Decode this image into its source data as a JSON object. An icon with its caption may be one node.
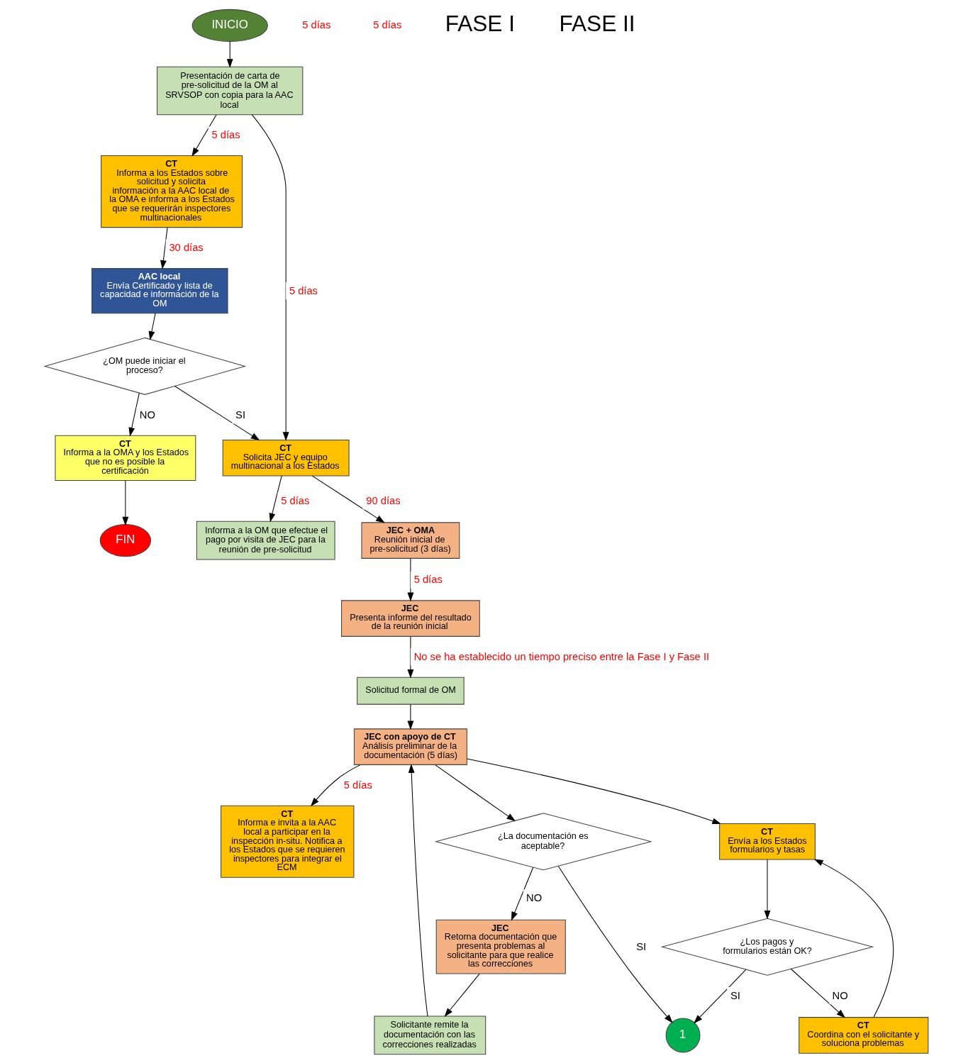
{
  "diagram": {
    "nodes": [
      {
        "text": [
          "INICIO"
        ]
      },
      {
        "text": [
          "Presentación de carta de pre-solicitud de la OM al SRVSOP con copia para la AAC local"
        ]
      },
      {
        "text": [
          "CT",
          "Informa a los Estados sobre solicitud y solicita información a la AAC local de la OMA e informa a los Estados que se requerirán inspectores multinacionales"
        ]
      },
      {
        "text": [
          "AAC local",
          "Envía Certificado y lista de capacidad e información de la OM"
        ]
      },
      {
        "text": [
          "¿OM puede iniciar el proceso?"
        ]
      },
      {
        "text": [
          "CT",
          "Informa a la OMA y los Estados que no es posible la certificación"
        ]
      },
      {
        "text": [
          "FIN"
        ]
      },
      {
        "text": [
          "CT",
          "Solicita JEC y equipo multinacional a los Estados"
        ]
      },
      {
        "text": [
          "Informa a la OM que efectue el pago por visita de JEC para la reunión de pre-solicitud"
        ]
      },
      {
        "text": [
          "JEC + OMA",
          "Reunión inicial de pre-solicitud (3 días)"
        ]
      },
      {
        "text": [
          "JEC",
          "Presenta informe del resultado de la reunión inicial"
        ]
      },
      {
        "text": [
          "Solicitud formal de OM"
        ]
      },
      {
        "text": [
          "JEC con apoyo de CT",
          "Análisis preliminar de la documentación (5 días)"
        ]
      },
      {
        "text": [
          "Solicitante remite la documentación con las correcciones realizadas"
        ]
      },
      {
        "text": [
          "CT",
          "Informa e invita a la AAC local a participar en la inspección in-situ. Notifica a los Estados que se requieren inspectores para integrar el ECM"
        ]
      },
      {
        "text": [
          "¿La documentación es aceptable?"
        ]
      },
      {
        "text": [
          "JEC",
          "Retorna documentación que presenta problemas al solicitante para que realice las correcciones"
        ]
      },
      {
        "text": [
          "CT",
          "Envía a los Estados formularios y tasas"
        ]
      },
      {
        "text": [
          "¿Los pagos y formularios están OK?"
        ]
      },
      {
        "text": [
          "1"
        ]
      },
      {
        "text": [
          "CT",
          "Coordina con el solicitante y soluciona problemas"
        ]
      }
    ],
    "edges": [
      {
        "from": 0,
        "to": 1,
        "arrow": "to"
      },
      {
        "from": 1,
        "to": 2,
        "arrow": "to",
        "label": "5 días"
      },
      {
        "from": 2,
        "to": 3,
        "arrow": "to",
        "label": "30 días"
      },
      {
        "from": 1,
        "to": 7,
        "arrow": "to",
        "label": "5 días"
      },
      {
        "from": 3,
        "to": 4,
        "arrow": "to"
      },
      {
        "from": 4,
        "to": 7,
        "arrow": "to",
        "label": "SI"
      },
      {
        "from": 4,
        "to": 5,
        "arrow": "to",
        "label": "NO"
      },
      {
        "from": 5,
        "to": 6,
        "arrow": "to"
      },
      {
        "from": 7,
        "to": 8,
        "arrow": "to",
        "label": "5 días"
      },
      {
        "from": 7,
        "to": 9,
        "arrow": "to",
        "label": "90 días"
      },
      {
        "from": 9,
        "to": 10,
        "arrow": "to",
        "label": "5 días"
      },
      {
        "from": 10,
        "to": 11,
        "arrow": "to",
        "label": "No se ha establecido un tiempo preciso entre la Fase I y Fase II"
      },
      {
        "from": 11,
        "to": 12,
        "arrow": "to"
      },
      {
        "from": 12,
        "to": 14,
        "arrow": "to",
        "label": "5 días"
      },
      {
        "from": 12,
        "to": 17,
        "arrow": "to"
      },
      {
        "from": 12,
        "to": 15,
        "arrow": "to"
      },
      {
        "from": 15,
        "to": 16,
        "arrow": "to",
        "label": "NO"
      },
      {
        "from": 15,
        "to": 19,
        "arrow": "to",
        "label": "SI"
      },
      {
        "from": 16,
        "to": 13,
        "arrow": "to"
      },
      {
        "from": 13,
        "to": 12,
        "arrow": "to"
      },
      {
        "from": 17,
        "to": 18,
        "arrow": "to"
      },
      {
        "from": 18,
        "to": 20,
        "arrow": "to",
        "label": "NO"
      },
      {
        "from": 18,
        "to": 19,
        "arrow": "to",
        "label": "SI"
      },
      {
        "from": 20,
        "to": 17,
        "arrow": "to"
      }
    ],
    "labels": [
      "5 días",
      "5 días",
      "FASE I",
      "FASE II"
    ]
  }
}
